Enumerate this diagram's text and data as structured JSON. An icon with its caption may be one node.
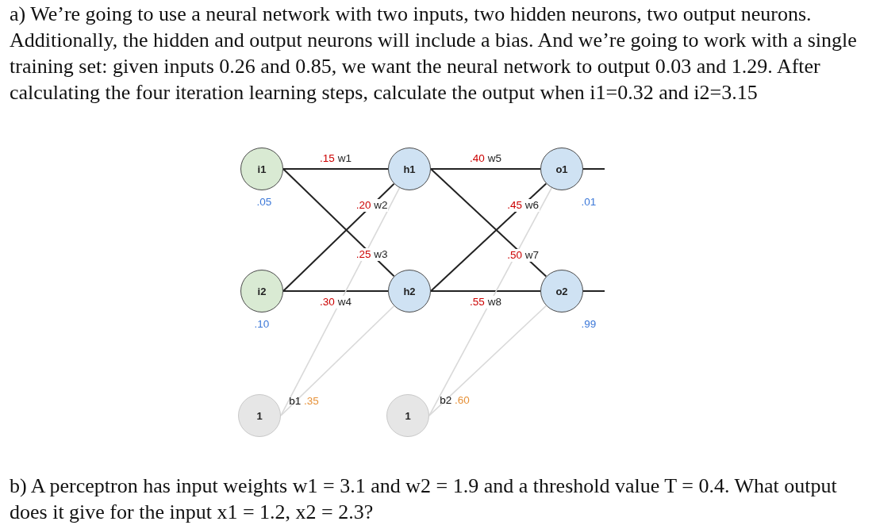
{
  "diagram": {
    "nodes": [
      {
        "text": [
          "i1"
        ],
        "beside": [
          ".05"
        ]
      },
      {
        "text": [
          "h1"
        ]
      },
      {
        "text": [
          "o1"
        ],
        "beside": [
          ".01"
        ]
      },
      {
        "text": [
          "i2"
        ],
        "beside": [
          ".10"
        ]
      },
      {
        "text": [
          "h2"
        ]
      },
      {
        "text": [
          "o2"
        ],
        "beside": [
          ".99"
        ]
      },
      {
        "text": [
          "1"
        ],
        "beside": [
          "b1 .35"
        ]
      },
      {
        "text": [
          "1"
        ],
        "beside": [
          "b2 .60"
        ]
      }
    ],
    "edges": [
      {
        "from": 0,
        "to": 1,
        "arrow": "none",
        "label": ".15 w1"
      },
      {
        "from": 3,
        "to": 1,
        "arrow": "none",
        "label": ".20 w2"
      },
      {
        "from": 0,
        "to": 4,
        "arrow": "none",
        "label": ".25 w3"
      },
      {
        "from": 3,
        "to": 4,
        "arrow": "none",
        "label": ".30 w4"
      },
      {
        "from": 1,
        "to": 2,
        "arrow": "none",
        "label": ".40 w5"
      },
      {
        "from": 4,
        "to": 2,
        "arrow": "none",
        "label": ".45 w6"
      },
      {
        "from": 1,
        "to": 5,
        "arrow": "none",
        "label": ".50 w7"
      },
      {
        "from": 4,
        "to": 5,
        "arrow": "none",
        "label": ".55 w8"
      },
      {
        "from": 6,
        "to": 1,
        "arrow": "none",
        "color": "#d9d9d9"
      },
      {
        "from": 6,
        "to": 4,
        "arrow": "none",
        "color": "#d9d9d9"
      },
      {
        "from": 7,
        "to": 2,
        "arrow": "none",
        "color": "#d9d9d9"
      },
      {
        "from": 7,
        "to": 5,
        "arrow": "none",
        "color": "#d9d9d9"
      },
      {
        "from": 2,
        "to": null,
        "arrow": "none"
      },
      {
        "from": 5,
        "to": null,
        "arrow": "none"
      }
    ],
    "labels": [
      "a) We’re going to use a neural network with two inputs, two hidden neurons, two output neurons. Additionally, the hidden and output neurons will include a bias. And we’re going to work with a single training set: given inputs 0.26 and 0.85, we want the neural network to output 0.03 and 1.29. After calculating the four iteration learning steps, calculate the output when i1=0.32 and i2=3.15",
      "b) A perceptron has input weights w1 = 3.1 and w2 = 1.9 and a threshold value T = 0.4. What output does it give for the input x1 = 1.2, x2 = 2.3?"
    ]
  }
}
